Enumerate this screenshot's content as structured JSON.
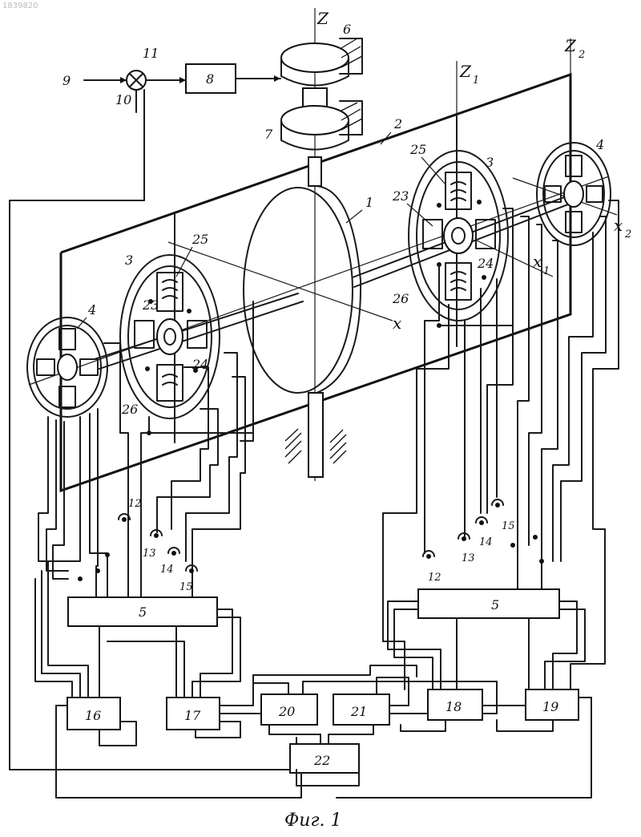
{
  "watermark": "1839820",
  "caption": "Фиг. 1",
  "axes": {
    "z": "Z",
    "z1": "Z",
    "z1_sub": "1",
    "z2": "Z",
    "z2_sub": "2",
    "x": "x",
    "x1": "x",
    "x1_sub": "1",
    "x2": "x",
    "x2_sub": "2"
  },
  "labels": {
    "rotor": "1",
    "frame": "2",
    "bearing_left": "3",
    "bearing_right": "3",
    "sensor_left": "4",
    "sensor_right": "4",
    "block_5_left": "5",
    "block_5_right": "5",
    "motor_6": "6",
    "motor_7": "7",
    "amp_8": "8",
    "input_9": "9",
    "input_10": "10",
    "summer_11": "11",
    "t12_l": "12",
    "t13_l": "13",
    "t14_l": "14",
    "t15_l": "15",
    "t12_r": "12",
    "t13_r": "13",
    "t14_r": "14",
    "t15_r": "15",
    "b16": "16",
    "b17": "17",
    "b18": "18",
    "b19": "19",
    "b20": "20",
    "b21": "21",
    "b22": "22",
    "w23_l": "23",
    "w24_l": "24",
    "w25_l": "25",
    "w26_l": "26",
    "w23_r": "23",
    "w24_r": "24",
    "w25_r": "25",
    "w26_r": "26"
  }
}
